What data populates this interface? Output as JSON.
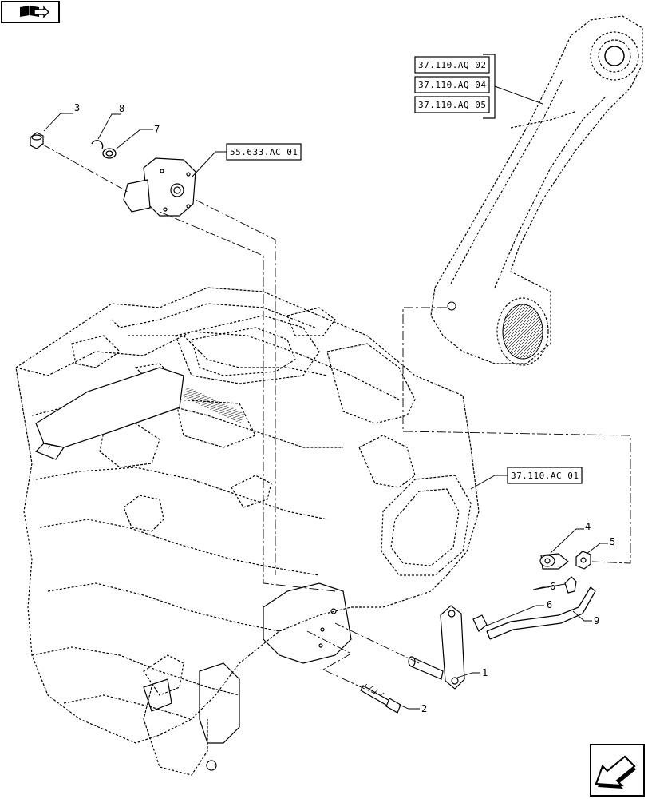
{
  "nav": {
    "top_icon": "book-arrow-icon",
    "bottom_icon": "arrow-down-left-icon"
  },
  "references": {
    "upper_group": [
      "37.110.AQ 02",
      "37.110.AQ 04",
      "37.110.AQ 05"
    ],
    "sensor_ref": "55.633.AC 01",
    "housing_ref": "37.110.AC 01"
  },
  "callouts": {
    "c1": "1",
    "c2": "2",
    "c3": "3",
    "c4": "4",
    "c5": "5",
    "c6a": "6",
    "c6b": "6",
    "c7": "7",
    "c8": "8",
    "c9": "9"
  }
}
